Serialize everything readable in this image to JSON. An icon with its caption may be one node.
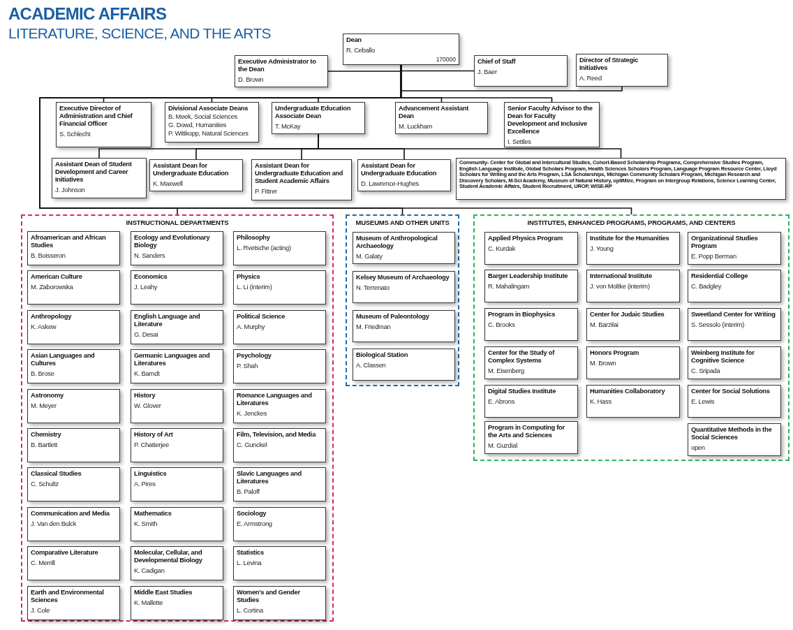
{
  "diagram": {
    "title": "ACADEMIC AFFAIRS",
    "nodes": [
      {
        "text": [
          "Dean",
          "R. Ceballo",
          "170000"
        ]
      },
      {
        "text": [
          "Executive Administrator to the Dean",
          "D. Brown"
        ]
      },
      {
        "text": [
          "Chief of Staff",
          "J. Baer"
        ]
      },
      {
        "text": [
          "Director of Strategic Initiatives",
          "A. Reed"
        ]
      },
      {
        "text": [
          "Executive Director of Administration and Chief Financial Officer",
          "S. Schlecht"
        ]
      },
      {
        "text": [
          "Divisional Associate Deans",
          "B. Meek, Social Sciences",
          "G. Dowd, Humanities",
          "P. Wittkopp, Natural Sciences"
        ]
      },
      {
        "text": [
          "Undergraduate Education Associate Dean",
          "T. McKay"
        ]
      },
      {
        "text": [
          "Advancement Assistant Dean",
          "M. Luckham"
        ]
      },
      {
        "text": [
          "Senior Faculty Advisor to the Dean for Faculty Development and Inclusive Excellence",
          "I. Settles"
        ]
      },
      {
        "text": [
          "Assistant Dean of Student Development and Career Initiatives",
          "J. Johnson"
        ]
      },
      {
        "text": [
          "Assistant Dean for Undergraduate Education",
          "K. Maxwell"
        ]
      },
      {
        "text": [
          "Assistant Dean for Undergraduate Education and Student Academic Affairs",
          "P. Fittrer"
        ]
      },
      {
        "text": [
          "Assistant Dean for Undergraduate Education",
          "D. Lawrence-Hughes"
        ]
      },
      {
        "text": [
          "Community- Center for Global and Intercultural Studies, Cohort-Based Scholarship Programs, Comprehensive Studies Program, English Language Institute, Global Scholars Program, Health Sciences Scholors Program, Language Program Resource Center, Lloyd Scholars for Writing and the Arts Program, LSA Scholarships, Michigan Community Scholars Program, Michigan Research and Discovery Scholars, M-Sci Academy, Museum of Natural History, optiMize, Program on Intergroup Relations, Science Learning Center, Student Academic Affairs, Student Recruitment, UROP, WISE-RP"
        ]
      },
      {
        "text": [
          "INSTRUCTIONAL DEPARTMENTS"
        ]
      },
      {
        "text": [
          "Afroamerican and African Studies",
          "B. Boisseron"
        ],
        "in": 14
      },
      {
        "text": [
          "Ecology and Evolutionary Biology",
          "N. Sanders"
        ],
        "in": 14
      },
      {
        "text": [
          "Philosophy",
          "L. Rvetsche (acting)"
        ],
        "in": 14
      },
      {
        "text": [
          "American Culture",
          "M. Zaborowska"
        ],
        "in": 14
      },
      {
        "text": [
          "Economics",
          "J. Leahy"
        ],
        "in": 14
      },
      {
        "text": [
          "Physics",
          "L. Li (interim)"
        ],
        "in": 14
      },
      {
        "text": [
          "Anthropology",
          "K. Askew"
        ],
        "in": 14
      },
      {
        "text": [
          "English Language and Literature",
          "G. Desai"
        ],
        "in": 14
      },
      {
        "text": [
          "Political Science",
          "A. Murphy"
        ],
        "in": 14
      },
      {
        "text": [
          "Asian Languages and Cultures",
          "B. Brose"
        ],
        "in": 14
      },
      {
        "text": [
          "Germanic Languages and Literatures",
          "K. Barndt"
        ],
        "in": 14
      },
      {
        "text": [
          "Psychology",
          "P. Shah"
        ],
        "in": 14
      },
      {
        "text": [
          "Astronomy",
          "M. Meyer"
        ],
        "in": 14
      },
      {
        "text": [
          "History",
          "W. Glover"
        ],
        "in": 14
      },
      {
        "text": [
          "Romance Languages and Literatures",
          "K. Jenckes"
        ],
        "in": 14
      },
      {
        "text": [
          "Chemistry",
          "B. Bartlett"
        ],
        "in": 14
      },
      {
        "text": [
          "History of Art",
          "P. Chatterjee"
        ],
        "in": 14
      },
      {
        "text": [
          "Film, Television, and Media",
          "C. Gunckel"
        ],
        "in": 14
      },
      {
        "text": [
          "Classical Studies",
          "C. Schultz"
        ],
        "in": 14
      },
      {
        "text": [
          "Linguistics",
          "A. Pires"
        ],
        "in": 14
      },
      {
        "text": [
          "Slavic Languages and Literatures",
          "B. Paloff"
        ],
        "in": 14
      },
      {
        "text": [
          "Communication and Media",
          "J. Van den Bulck"
        ],
        "in": 14
      },
      {
        "text": [
          "Mathematics",
          "K. Smith"
        ],
        "in": 14
      },
      {
        "text": [
          "Sociology",
          "E. Armstrong"
        ],
        "in": 14
      },
      {
        "text": [
          "Comparative Literature",
          "C. Merrill"
        ],
        "in": 14
      },
      {
        "text": [
          "Molecular, Cellular, and Developmental Biology",
          "K. Cadigan"
        ],
        "in": 14
      },
      {
        "text": [
          "Statistics",
          "L. Levina"
        ],
        "in": 14
      },
      {
        "text": [
          "Earth and Environmental Sciences",
          "J. Cole"
        ],
        "in": 14
      },
      {
        "text": [
          "Middle East Studies",
          "K. Mallette"
        ],
        "in": 14
      },
      {
        "text": [
          "Women's and Gender Studies",
          "L. Cortina"
        ],
        "in": 14
      },
      {
        "text": [
          "MUSEUMS AND OTHER UNITS"
        ]
      },
      {
        "text": [
          "Museum of Anthropological Archaeology",
          "M. Galaty"
        ],
        "in": 45
      },
      {
        "text": [
          "Kelsey Museum of Archaeology",
          "N. Terrenato"
        ],
        "in": 45
      },
      {
        "text": [
          "Museum of Paleontology",
          "M. Friedman"
        ],
        "in": 45
      },
      {
        "text": [
          "Biological Station",
          "A. Classen"
        ],
        "in": 45
      },
      {
        "text": [
          "INSTITUTES, ENHANCED PROGRAMS, PROGRAMS, AND CENTERS"
        ]
      },
      {
        "text": [
          "Applied Physics Program",
          "C. Kurdak"
        ],
        "in": 50
      },
      {
        "text": [
          "Institute for the Humanities",
          "J. Young"
        ],
        "in": 50
      },
      {
        "text": [
          "Organizational Studies Program",
          "E. Popp Berman"
        ],
        "in": 50
      },
      {
        "text": [
          "Barger Leadership Institute",
          "R. Mahalingam"
        ],
        "in": 50
      },
      {
        "text": [
          "International Institute",
          "J. von Moltke (interim)"
        ],
        "in": 50
      },
      {
        "text": [
          "Residential College",
          "C. Badgley"
        ],
        "in": 50
      },
      {
        "text": [
          "Program in Biophysics",
          "C. Brooks"
        ],
        "in": 50
      },
      {
        "text": [
          "Center for Judaic Studies",
          "M. Barzilai"
        ],
        "in": 50
      },
      {
        "text": [
          "Sweetland Center for Writing",
          "S. Sessolo (interim)"
        ],
        "in": 50
      },
      {
        "text": [
          "Center for the Study of Complex Systems",
          "M. Eisenberg"
        ],
        "in": 50
      },
      {
        "text": [
          "Honors Program",
          "M. Brown"
        ],
        "in": 50
      },
      {
        "text": [
          "Weinberg Institute for Cognitive Science",
          "C. Sripada"
        ],
        "in": 50
      },
      {
        "text": [
          "Digital Studies Institute",
          "E. Abrons"
        ],
        "in": 50
      },
      {
        "text": [
          "Humanities Collaboratory",
          "K. Hass"
        ],
        "in": 50
      },
      {
        "text": [
          "Center for Social Solutions",
          "E. Lewis"
        ],
        "in": 50
      },
      {
        "text": [
          "Program in Computing for the Arts and Sciences",
          "M. Guzdial"
        ],
        "in": 50
      },
      {
        "text": [
          "Quantitative Methods in the Social Sciences",
          "open"
        ],
        "in": 50
      }
    ],
    "edges": [
      {
        "from": 0,
        "to": 1,
        "arrow": "none"
      },
      {
        "from": 0,
        "to": 2,
        "arrow": "none"
      },
      {
        "from": 0,
        "to": 3,
        "arrow": "none"
      },
      {
        "from": 0,
        "to": 4,
        "arrow": "none"
      },
      {
        "from": 0,
        "to": 5,
        "arrow": "none"
      },
      {
        "from": 0,
        "to": 6,
        "arrow": "none"
      },
      {
        "from": 0,
        "to": 7,
        "arrow": "none"
      },
      {
        "from": 0,
        "to": 8,
        "arrow": "none"
      },
      {
        "from": 6,
        "to": 9,
        "arrow": "none"
      },
      {
        "from": 6,
        "to": 10,
        "arrow": "none"
      },
      {
        "from": 6,
        "to": 11,
        "arrow": "none"
      },
      {
        "from": 6,
        "to": 12,
        "arrow": "none"
      },
      {
        "from": 6,
        "to": 13,
        "arrow": "none"
      },
      {
        "from": 0,
        "to": 14,
        "arrow": "none"
      },
      {
        "from": 0,
        "to": 45,
        "arrow": "none"
      },
      {
        "from": 0,
        "to": 50,
        "arrow": "none"
      }
    ],
    "labels": [
      "LITERATURE, SCIENCE, AND THE ARTS"
    ]
  }
}
